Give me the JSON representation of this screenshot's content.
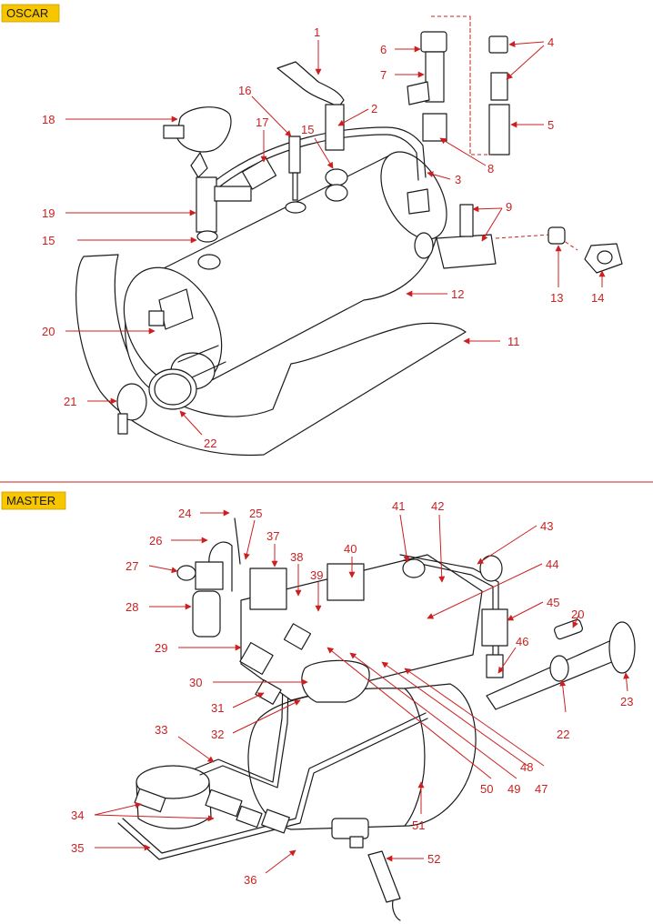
{
  "sections": [
    {
      "id": "oscar",
      "title": "OSCAR",
      "labels": [
        "1",
        "2",
        "3",
        "4",
        "5",
        "6",
        "7",
        "8",
        "9",
        "11",
        "12",
        "13",
        "14",
        "15",
        "15",
        "16",
        "17",
        "18",
        "19",
        "20",
        "21",
        "22"
      ]
    },
    {
      "id": "master",
      "title": "MASTER",
      "labels": [
        "20",
        "22",
        "23",
        "24",
        "25",
        "26",
        "27",
        "28",
        "29",
        "30",
        "31",
        "32",
        "33",
        "34",
        "35",
        "36",
        "37",
        "38",
        "39",
        "40",
        "41",
        "42",
        "43",
        "44",
        "45",
        "46",
        "47",
        "48",
        "49",
        "50",
        "51",
        "52"
      ]
    }
  ],
  "colors": {
    "callout": "#cc1f1f",
    "section_tag_bg": "#f7c600",
    "divider": "#cc1f1f",
    "drawing": "#1a1a1a"
  }
}
